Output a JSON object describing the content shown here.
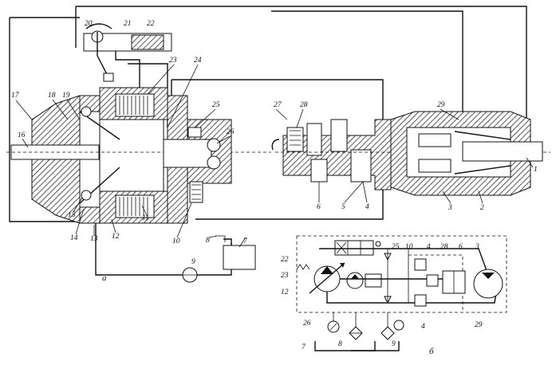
{
  "labels": {
    "l1": "1",
    "l2": "2",
    "l3": "3",
    "l4a": "4",
    "l5": "5",
    "l6a": "6",
    "l7a": "7",
    "l8a": "8",
    "l9a": "9",
    "l10a": "10",
    "l11": "11",
    "l12a": "12",
    "l13": "13",
    "l14": "14",
    "l15": "15",
    "l16": "16",
    "l17": "17",
    "l18": "18",
    "l19": "19",
    "l20": "20",
    "l21": "21",
    "l22a": "22",
    "l23a": "23",
    "l24": "24",
    "l25a": "25",
    "l26a": "26",
    "l27": "27",
    "l28a": "28",
    "l29a": "29",
    "view_a": "а",
    "s22": "22",
    "s23": "23",
    "s12": "12",
    "s26": "26",
    "s25": "25",
    "s10": "10",
    "s4a": "4",
    "s28": "28",
    "s6": "6",
    "s3": "3",
    "s4b": "4",
    "s29": "29",
    "s7": "7",
    "s8": "8",
    "s9": "9",
    "view_b": "б"
  },
  "colors": {
    "line": "#111111",
    "paper": "#ffffff"
  }
}
